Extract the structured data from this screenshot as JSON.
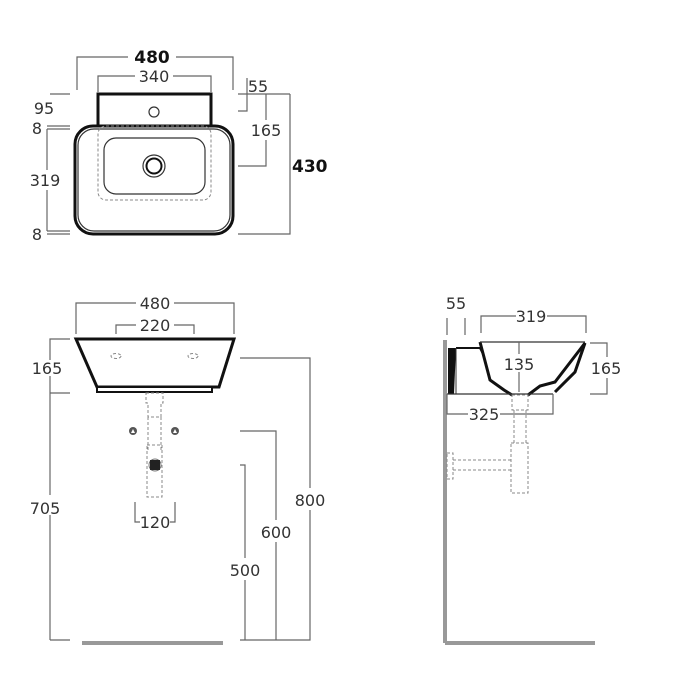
{
  "top_view": {
    "width_overall": "480",
    "width_panel": "340",
    "panel_depth": "95",
    "gap_top": "8",
    "bowl_depth": "319",
    "gap_bottom": "8",
    "tap_offset": "55",
    "drain_offset": "165",
    "depth_overall": "430"
  },
  "front_view": {
    "width_overall": "480",
    "hole_spacing": "220",
    "height": "165",
    "top_height": "705",
    "waste_width": "120",
    "dim_800": "800",
    "dim_600": "600",
    "dim_500": "500"
  },
  "side_view": {
    "wall_gap": "55",
    "bowl_width": "319",
    "inner_depth": "135",
    "height": "165",
    "projection": "325"
  }
}
